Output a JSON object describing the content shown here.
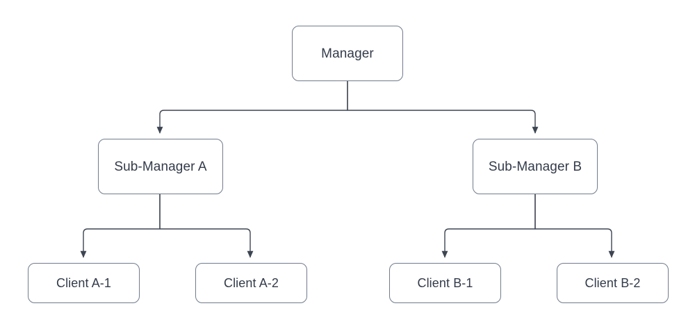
{
  "diagram": {
    "type": "organization-hierarchy-flowchart",
    "title": "",
    "background_color": "#ffffff",
    "style": {
      "node_fill": "#ffffff",
      "node_stroke": "#707b8c",
      "text_color": "#333b4a",
      "connector_color": "#3d4552",
      "connector_width": 1.4,
      "corner_radius": 10,
      "arrowhead": "filled-triangle"
    },
    "levels": [
      {
        "level": 1,
        "nodes": [
          {
            "id": "manager",
            "label": "Manager"
          }
        ]
      },
      {
        "level": 2,
        "nodes": [
          {
            "id": "sub-a",
            "label": "Sub-Manager A"
          },
          {
            "id": "sub-b",
            "label": "Sub-Manager B"
          }
        ]
      },
      {
        "level": 3,
        "nodes": [
          {
            "id": "client-a1",
            "label": "Client A-1"
          },
          {
            "id": "client-a2",
            "label": "Client A-2"
          },
          {
            "id": "client-b1",
            "label": "Client B-1"
          },
          {
            "id": "client-b2",
            "label": "Client B-2"
          }
        ]
      }
    ],
    "edges": [
      {
        "from": "manager",
        "to": "sub-a",
        "style": "orthogonal",
        "arrow": "to"
      },
      {
        "from": "manager",
        "to": "sub-b",
        "style": "orthogonal",
        "arrow": "to"
      },
      {
        "from": "sub-a",
        "to": "client-a1",
        "style": "orthogonal",
        "arrow": "to"
      },
      {
        "from": "sub-a",
        "to": "client-a2",
        "style": "orthogonal",
        "arrow": "to"
      },
      {
        "from": "sub-b",
        "to": "client-b1",
        "style": "orthogonal",
        "arrow": "to"
      },
      {
        "from": "sub-b",
        "to": "client-b2",
        "style": "orthogonal",
        "arrow": "to"
      }
    ],
    "nodes": {
      "manager": {
        "label": "Manager"
      },
      "sub_a": {
        "label": "Sub-Manager A"
      },
      "sub_b": {
        "label": "Sub-Manager B"
      },
      "client_a1": {
        "label": "Client A-1"
      },
      "client_a2": {
        "label": "Client A-2"
      },
      "client_b1": {
        "label": "Client B-1"
      },
      "client_b2": {
        "label": "Client B-2"
      }
    }
  }
}
